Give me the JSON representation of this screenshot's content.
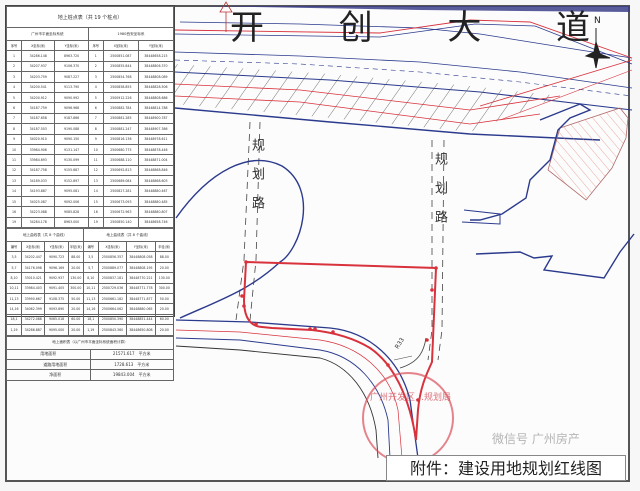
{
  "map": {
    "road_name_chars": [
      "开",
      "创",
      "大",
      "道"
    ],
    "planned_road_left": "规划路",
    "planned_road_right": "规划路",
    "north_label": "N",
    "dimension_label": "R33",
    "caption": "附件：建设用地规划红线图",
    "stamp_text": "广州开发区…规划局",
    "watermark": "微信号 广州房产",
    "colors": {
      "redline": "#d8323c",
      "blueline": "#2b3a8c",
      "hatch": "#444444",
      "hatch_red": "#e07a6a",
      "road_edge": "#3a3a3a"
    }
  },
  "coord_table": {
    "title": "地上桩点表（共 19 个桩点）",
    "left_group": "广州市平面坐标系统",
    "right_group": "1980西安坐标系",
    "headers": [
      "序号",
      "X坐标(米)",
      "Y坐标(米)",
      "序号",
      "X坐标(米)",
      "Y坐标(米)"
    ],
    "rows": [
      [
        "1",
        "34286.148",
        "8963.720",
        "1",
        "2500851.087",
        "38448658.215"
      ],
      [
        "2",
        "34207.937",
        "9106.370",
        "2",
        "2500855.844",
        "38448806.370"
      ],
      [
        "3",
        "34203.759",
        "9087.227",
        "3",
        "2500854.768",
        "38448808.089"
      ],
      [
        "4",
        "34200.541",
        "9113.790",
        "4",
        "2500858.855",
        "38448828.506"
      ],
      [
        "5",
        "34200.912",
        "9090.992",
        "5",
        "2500912.226",
        "38448808.686"
      ],
      [
        "6",
        "34187.759",
        "9096.968",
        "6",
        "2500882.784",
        "38448814.788"
      ],
      [
        "7",
        "34187.658",
        "9187.866",
        "7",
        "2500881.285",
        "38448900.787"
      ],
      [
        "8",
        "34187.503",
        "9190.088",
        "8",
        "2500881.247",
        "38448907.386"
      ],
      [
        "9",
        "34020.910",
        "9090.150",
        "9",
        "2500816.136",
        "38448978.611"
      ],
      [
        "10",
        "33984.906",
        "9131.147",
        "10",
        "2500680.775",
        "38448878.446"
      ],
      [
        "11",
        "33984.693",
        "9130.099",
        "11",
        "2500688.110",
        "38448871.004"
      ],
      [
        "12",
        "34187.758",
        "9155.687",
        "12",
        "2500692.813",
        "38448868.846"
      ],
      [
        "13",
        "34189.033",
        "9152.897",
        "13",
        "2500689.084",
        "38448868.603"
      ],
      [
        "14",
        "34193.887",
        "9095.081",
        "14",
        "2500827.281",
        "38448880.467"
      ],
      [
        "15",
        "34025.087",
        "9092.006",
        "15",
        "2500673.093",
        "38448880.485"
      ],
      [
        "16",
        "34223.088",
        "9085.828",
        "16",
        "2500672.963",
        "38448880.807"
      ],
      [
        "19",
        "34284.178",
        "8963.000",
        "19",
        "2500850.140",
        "38448658.746"
      ]
    ]
  },
  "curve_table": {
    "left_title": "地上曲线表（共 8 个曲线）",
    "right_title": "地上曲线表（共 8 个曲线）",
    "group_label": "中点",
    "headers": [
      "编号",
      "X坐标(米)",
      "Y坐标(米)",
      "半径(米)",
      "编号",
      "X坐标(米)",
      "Y坐标(米)",
      "半径(米)"
    ],
    "rows": [
      [
        "3,5",
        "34202.447",
        "9090.723",
        "88.00",
        "3,5",
        "2500856.357",
        "38448808.058",
        "88.00"
      ],
      [
        "5,7",
        "34176.098",
        "9096.169",
        "20.00",
        "5,7",
        "2500889.077",
        "38448808.195",
        "20.00"
      ],
      [
        "8,10",
        "33010.421",
        "9092.937",
        "130.00",
        "8,10",
        "2500837.181",
        "38448770.221",
        "130.00"
      ],
      [
        "10,11",
        "33984.403",
        "9091.405",
        "300.00",
        "10,11",
        "2500729.036",
        "38448771.778",
        "300.00"
      ],
      [
        "11,13",
        "33990.667",
        "9108.375",
        "50.00",
        "11,13",
        "2500661.182",
        "38448771.877",
        "50.00"
      ],
      [
        "14,16",
        "34062.399",
        "9093.890",
        "20.00",
        "14,16",
        "2500664.062",
        "38448880.065",
        "20.00"
      ],
      [
        "18,1",
        "34272.088",
        "9065.018",
        "60.00",
        "18,1",
        "2500850.390",
        "38448851.444",
        "60.00"
      ],
      [
        "1,19",
        "34286.887",
        "9095.000",
        "20.00",
        "1,19",
        "2500843.360",
        "38448650.808",
        "20.00"
      ]
    ]
  },
  "area_table": {
    "title": "地上面积表（以广州市平面坐标系统面积计算）",
    "rows": [
      {
        "label": "用地面积",
        "value": "21571.617",
        "unit": "平方米"
      },
      {
        "label": "道路用地面积",
        "value": "1728.613",
        "unit": "平方米"
      },
      {
        "label": "净面积",
        "value": "19843.004",
        "unit": "平方米"
      }
    ]
  }
}
